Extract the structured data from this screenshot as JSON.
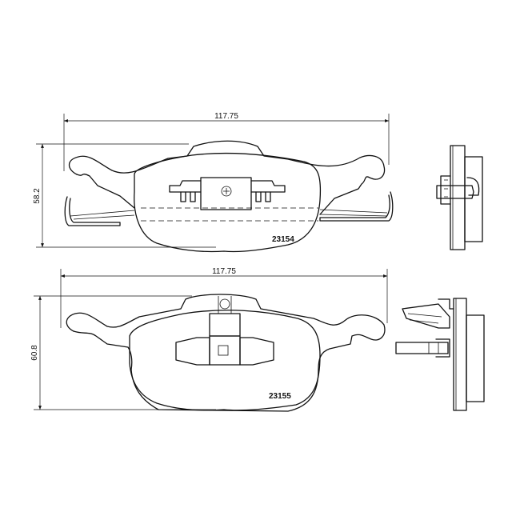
{
  "top_pad": {
    "width_label": "117.75",
    "height_label": "58.2",
    "part_number": "23154"
  },
  "bottom_pad": {
    "width_label": "117.75",
    "height_label": "60.8",
    "part_number": "23155"
  },
  "colors": {
    "line": "#111111",
    "background": "#ffffff"
  }
}
